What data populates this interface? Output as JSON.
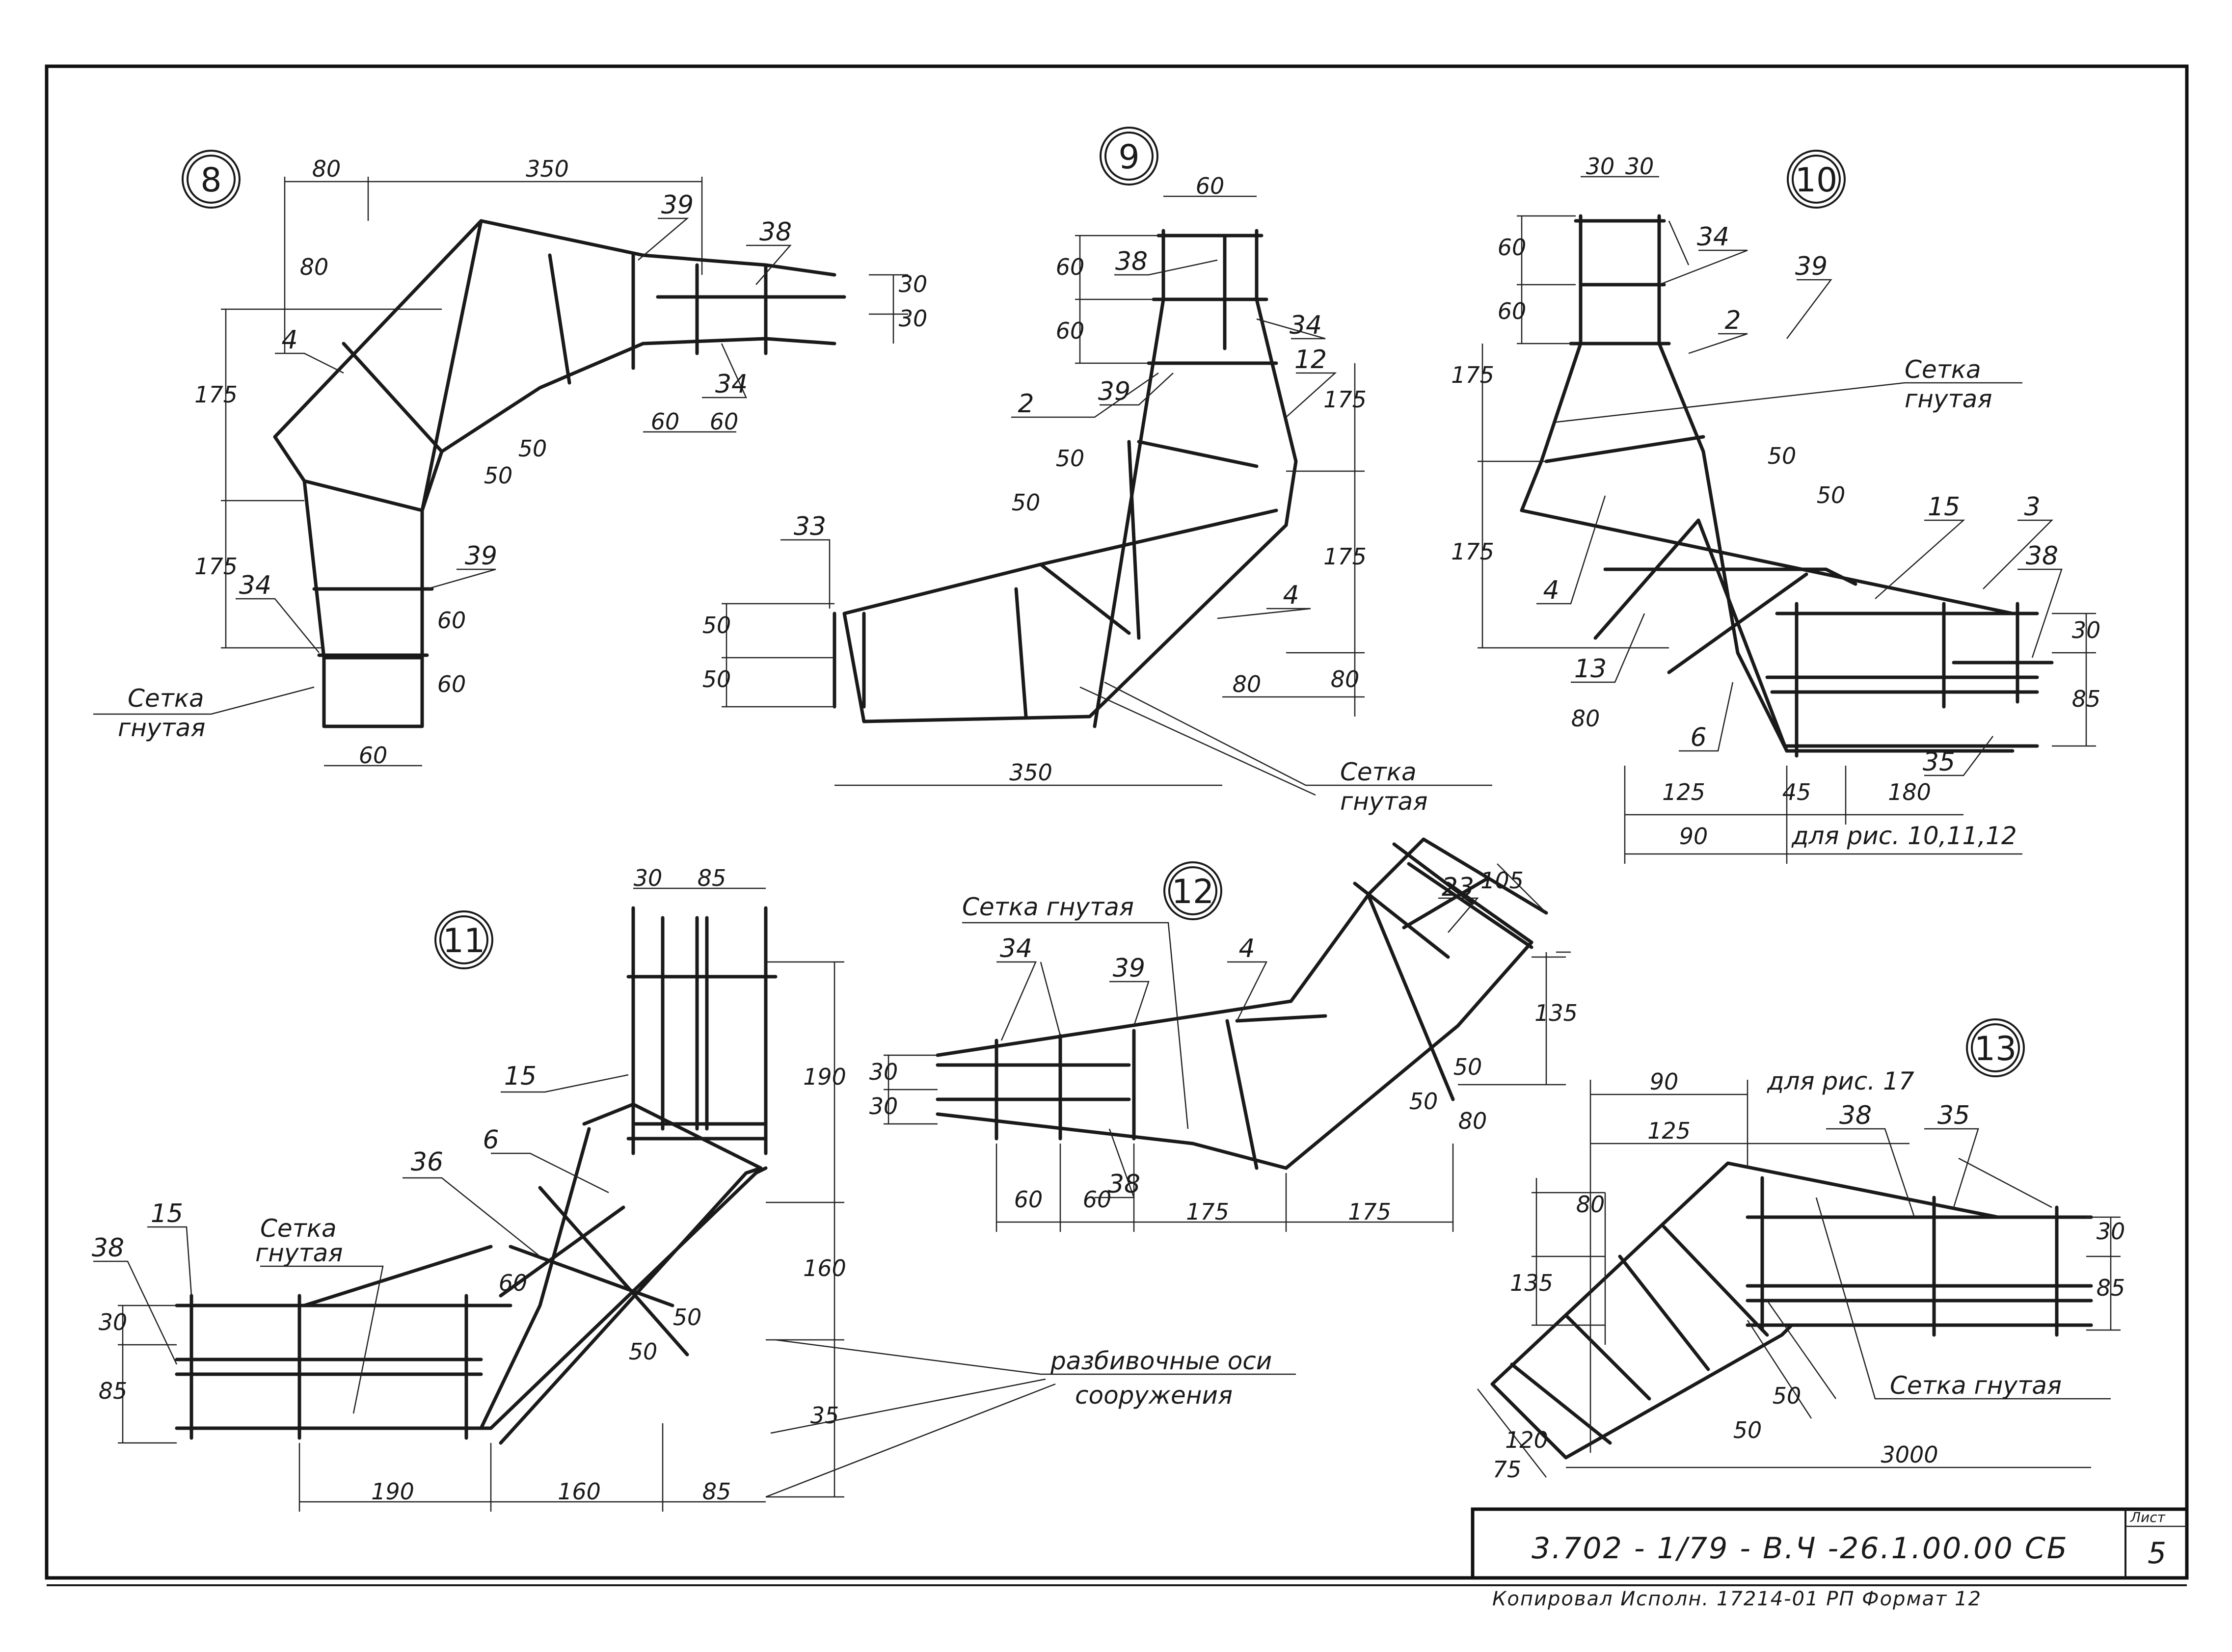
{
  "figures": [
    {
      "id": "8",
      "dims": [
        "80",
        "350",
        "80",
        "175",
        "175",
        "60",
        "60",
        "60",
        "60",
        "60",
        "30",
        "30",
        "50",
        "50"
      ],
      "positions": [
        "39",
        "38",
        "4",
        "39",
        "34",
        "34"
      ],
      "notes": {
        "mesh_line1": "Сетка",
        "mesh_line2": "гнутая"
      }
    },
    {
      "id": "9",
      "dims": [
        "60",
        "60",
        "60",
        "175",
        "175",
        "80",
        "80",
        "50",
        "50",
        "50",
        "50",
        "350"
      ],
      "positions": [
        "38",
        "34",
        "2",
        "39",
        "12",
        "33",
        "4"
      ],
      "notes": {
        "mesh_line1": "Сетка",
        "mesh_line2": "гнутая"
      }
    },
    {
      "id": "10",
      "dims": [
        "30",
        "30",
        "60",
        "60",
        "175",
        "175",
        "50",
        "50",
        "30",
        "85",
        "80",
        "125",
        "45",
        "180",
        "90"
      ],
      "positions": [
        "34",
        "39",
        "2",
        "15",
        "3",
        "38",
        "4",
        "13",
        "6",
        "35"
      ],
      "notes": {
        "mesh_line1": "Сетка",
        "mesh_line2": "гнутая",
        "for_figs": "для рис. 10,11,12"
      }
    },
    {
      "id": "11",
      "dims": [
        "30",
        "85",
        "190",
        "160",
        "35",
        "30",
        "85",
        "60",
        "50",
        "50",
        "190",
        "160",
        "85"
      ],
      "positions": [
        "15",
        "36",
        "6",
        "15",
        "38"
      ],
      "notes": {
        "mesh_line1": "Сетка",
        "mesh_line2": "гнутая",
        "axes_line1": "разбивочные оси",
        "axes_line2": "сооружения"
      }
    },
    {
      "id": "12",
      "dims": [
        "105",
        "135",
        "30",
        "30",
        "50",
        "50",
        "80",
        "60",
        "60",
        "175",
        "175"
      ],
      "positions": [
        "34",
        "39",
        "4",
        "23",
        "38"
      ],
      "notes": {
        "mesh": "Сетка гнутая"
      }
    },
    {
      "id": "13",
      "dims": [
        "90",
        "125",
        "80",
        "135",
        "120",
        "75",
        "30",
        "85",
        "50",
        "50",
        "3000"
      ],
      "positions": [
        "38",
        "35"
      ],
      "notes": {
        "mesh": "Сетка гнутая",
        "for_fig": "для рис. 17"
      }
    }
  ],
  "title_block": {
    "doc_code": "3.702 - 1/79 - В.Ч -26.1.00.00 СБ",
    "sheet_label": "Лист",
    "sheet_number": "5",
    "footer": "Копировал Исполн. 17214-01 РП Формат 12"
  }
}
